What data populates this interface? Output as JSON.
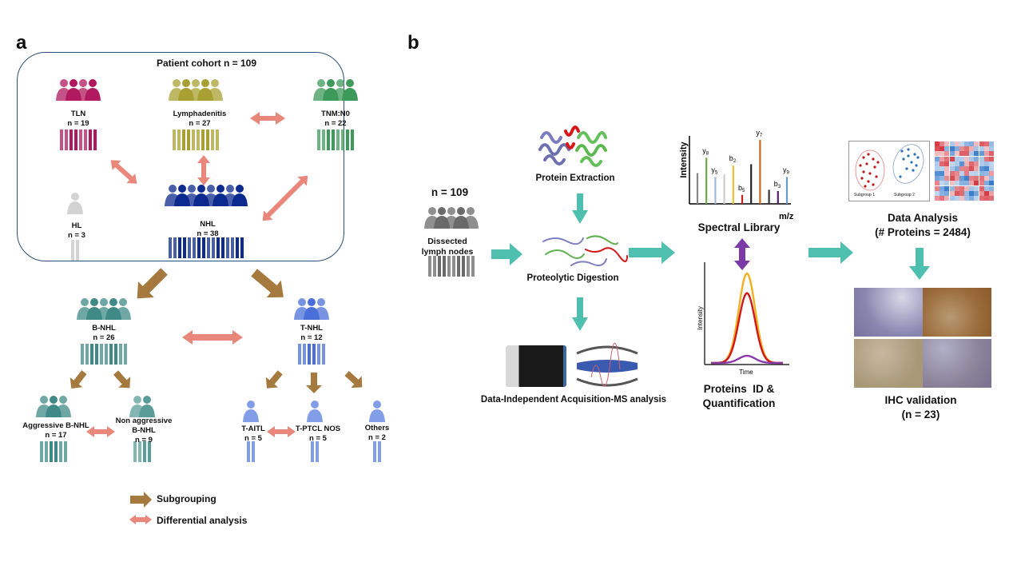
{
  "panel_a": {
    "letter": "a",
    "cohort_title": "Patient cohort n = 109",
    "groups": {
      "tln": {
        "name": "TLN",
        "n": "n = 19",
        "color": "#b0185f"
      },
      "lymphadenitis": {
        "name": "Lymphadenitis",
        "n": "n = 27",
        "color": "#a8a032"
      },
      "tnm": {
        "name": "TNM:N0",
        "n": "n = 22",
        "color": "#3e9a5a"
      },
      "hl": {
        "name": "HL",
        "n": "n = 3",
        "color": "#c4c4c4"
      },
      "nhl": {
        "name": "NHL",
        "n": "n = 38",
        "color": "#0d2a8e"
      },
      "bnhl": {
        "name": "B-NHL",
        "n": "n = 26",
        "color": "#3f8a86"
      },
      "tnhl": {
        "name": "T-NHL",
        "n": "n = 12",
        "color": "#4a6fd8"
      },
      "aggressive": {
        "name": "Aggressive B-NHL",
        "n": "n = 17",
        "color": "#3f8a86"
      },
      "nonaggressive": {
        "name1": "Non aggressive",
        "name2": "B-NHL",
        "n": "n = 9",
        "color": "#5a9c98"
      },
      "taitl": {
        "name": "T-AITL",
        "n": "n = 5",
        "color": "#5a7ee0"
      },
      "tptcl": {
        "name": "T-PTCL NOS",
        "n": "n = 5",
        "color": "#5a7ee0"
      },
      "others": {
        "name": "Others",
        "n": "n = 2",
        "color": "#5a7ee0"
      }
    },
    "legend": {
      "subgrouping": "Subgrouping",
      "differential": "Differential analysis"
    },
    "colors": {
      "subgroup_arrow": "#a67a3e",
      "diff_arrow": "#e8877a",
      "box_border": "#2e4f77"
    }
  },
  "panel_b": {
    "letter": "b",
    "cohort_n": "n = 109",
    "cohort_label1": "Dissected",
    "cohort_label2": "lymph nodes",
    "steps": {
      "extraction": "Protein Extraction",
      "digestion": "Proteolytic Digestion",
      "dia": "Data-Independent Acquisition-MS analysis",
      "spectral": "Spectral Library",
      "quant1": "Proteins  ID &",
      "quant2": "Quantification",
      "analysis1": "Data Analysis",
      "analysis2": "(# Proteins = 2484)",
      "ihc1": "IHC validation",
      "ihc2": "(n = 23)"
    },
    "spectrum": {
      "ylabel": "Intensity",
      "xlabel": "m/z",
      "peaks": [
        {
          "label": "",
          "height": 0.48,
          "color": "#888888"
        },
        {
          "label": "y8",
          "height": 0.72,
          "color": "#6aaa48"
        },
        {
          "label": "y5",
          "height": 0.42,
          "color": "#9fb8e0"
        },
        {
          "label": "",
          "height": 0.46,
          "color": "#cccccc"
        },
        {
          "label": "b2",
          "height": 0.6,
          "color": "#f0c030"
        },
        {
          "label": "b5",
          "height": 0.14,
          "color": "#d02020"
        },
        {
          "label": "",
          "height": 0.62,
          "color": "#222222"
        },
        {
          "label": "y7",
          "height": 1.0,
          "color": "#c86a20"
        },
        {
          "label": "",
          "height": 0.22,
          "color": "#333333"
        },
        {
          "label": "b3",
          "height": 0.2,
          "color": "#5a1a6a"
        },
        {
          "label": "y9",
          "height": 0.42,
          "color": "#6a9ac8"
        }
      ]
    },
    "chromatogram": {
      "ylabel": "Intensity",
      "xlabel": "Time",
      "traces": [
        {
          "name": "yellow",
          "peak": 1.0,
          "color": "#f0b020"
        },
        {
          "name": "red",
          "peak": 0.78,
          "color": "#d01818"
        },
        {
          "name": "purple",
          "peak": 0.08,
          "color": "#8a3aaa"
        }
      ]
    },
    "scatter": {
      "group1": "Subgroup 1",
      "group2": "Subgroup 2"
    },
    "colors": {
      "flow_arrow": "#4fbfb0",
      "purple_arrow": "#7a3aa8"
    }
  }
}
